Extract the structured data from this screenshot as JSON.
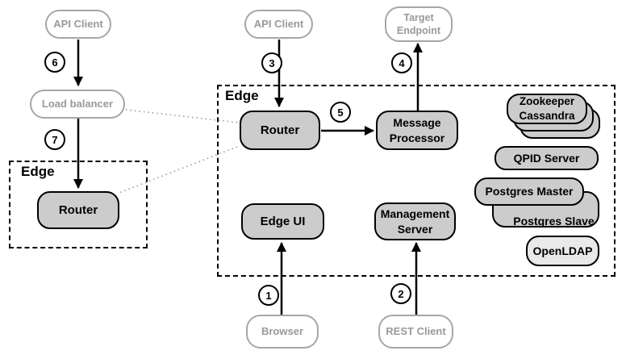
{
  "diagram": {
    "regions": {
      "edge_left": "Edge",
      "edge_main": "Edge"
    },
    "nodes": {
      "api_client_left": "API Client",
      "load_balancer": "Load balancer",
      "router_left": "Router",
      "api_client_top": "API Client",
      "target_endpoint": {
        "line1": "Target",
        "line2": "Endpoint"
      },
      "router": "Router",
      "message_processor": {
        "line1": "Message",
        "line2": "Processor"
      },
      "edge_ui": "Edge UI",
      "management_server": {
        "line1": "Management",
        "line2": "Server"
      },
      "zookeeper_cassandra": {
        "line1": "Zookeeper",
        "line2": "Cassandra"
      },
      "qpid_server": "QPID Server",
      "postgres_master": "Postgres Master",
      "postgres_slave": "Postgres Slave",
      "openldap": "OpenLDAP",
      "browser": "Browser",
      "rest_client": "REST Client"
    },
    "steps": [
      "1",
      "2",
      "3",
      "4",
      "5",
      "6",
      "7"
    ],
    "colors": {
      "node_fill": "#cccccc",
      "node_border": "#000000",
      "node_fill_light": "#e9e9e9",
      "external_border": "#a6a6a6",
      "external_text": "#999999",
      "arrow": "#000000",
      "dotted_line": "#999999"
    }
  }
}
